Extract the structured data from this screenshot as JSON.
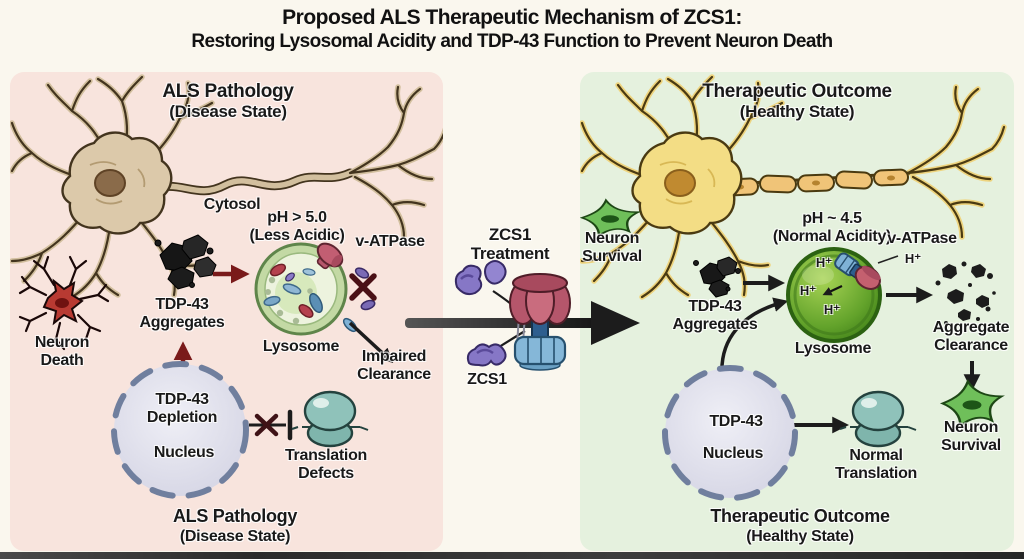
{
  "title": {
    "line1": "Proposed ALS Therapeutic Mechanism of ZCS1:",
    "line2": "Restoring Lysosomal Acidity and TDP-43 Function to Prevent Neuron Death"
  },
  "left_panel": {
    "header": "ALS Pathology",
    "header_sub": "(Disease State)",
    "cytosol": "Cytosol",
    "ph": "pH > 5.0\n(Less Acidic)",
    "vatpase": "v-ATPase",
    "lysosome": "Lysosome",
    "impaired_clearance": "Impaired\nClearance",
    "tdp43_aggregates": "TDP-43\nAggregates",
    "neuron_death": "Neuron\nDeath",
    "tdp43_depletion": "TDP-43\nDepletion",
    "nucleus": "Nucleus",
    "translation_defects": "Translation\nDefects",
    "caption": "ALS Pathology",
    "caption_sub": "(Disease State)"
  },
  "center": {
    "treatment": "ZCS1\nTreatment",
    "zcs1": "ZCS1"
  },
  "right_panel": {
    "header": "Therapeutic Outcome",
    "header_sub": "(Healthy State)",
    "neuron_survival_top": "Neuron\nSurvival",
    "ph": "pH ~ 4.5\n(Normal Acidity)",
    "vatpase": "v-ATPase",
    "h_plus": "H⁺",
    "lysosome": "Lysosome",
    "tdp43_aggregates": "TDP-43\nAggregates",
    "aggregate_clearance": "Aggregate\nClearance",
    "neuron_survival": "Neuron\nSurvival",
    "nucleus_tdp43": "TDP-43",
    "nucleus": "Nucleus",
    "normal_translation": "Normal\nTranslation",
    "caption": "Therapeutic Outcome",
    "caption_sub": "(Healthy State)"
  },
  "colors": {
    "background": "#faf7ee",
    "left_panel_bg": "#f8e4dd",
    "right_panel_bg": "#e5f1de",
    "text": "#191919",
    "red_arrow": "#7a1a1a",
    "black_arrow": "#1c1c1c",
    "diseased_lysosome": "#c3d9a4",
    "healthy_lysosome": "#5d9a28",
    "zcs1_purple": "#8677c6",
    "vatpase_pink": "#c25e72",
    "vatpase_blue": "#7fb2d6",
    "ribosome_teal": "#8fc2ba",
    "nucleus_lavender": "#e0e0ec"
  }
}
